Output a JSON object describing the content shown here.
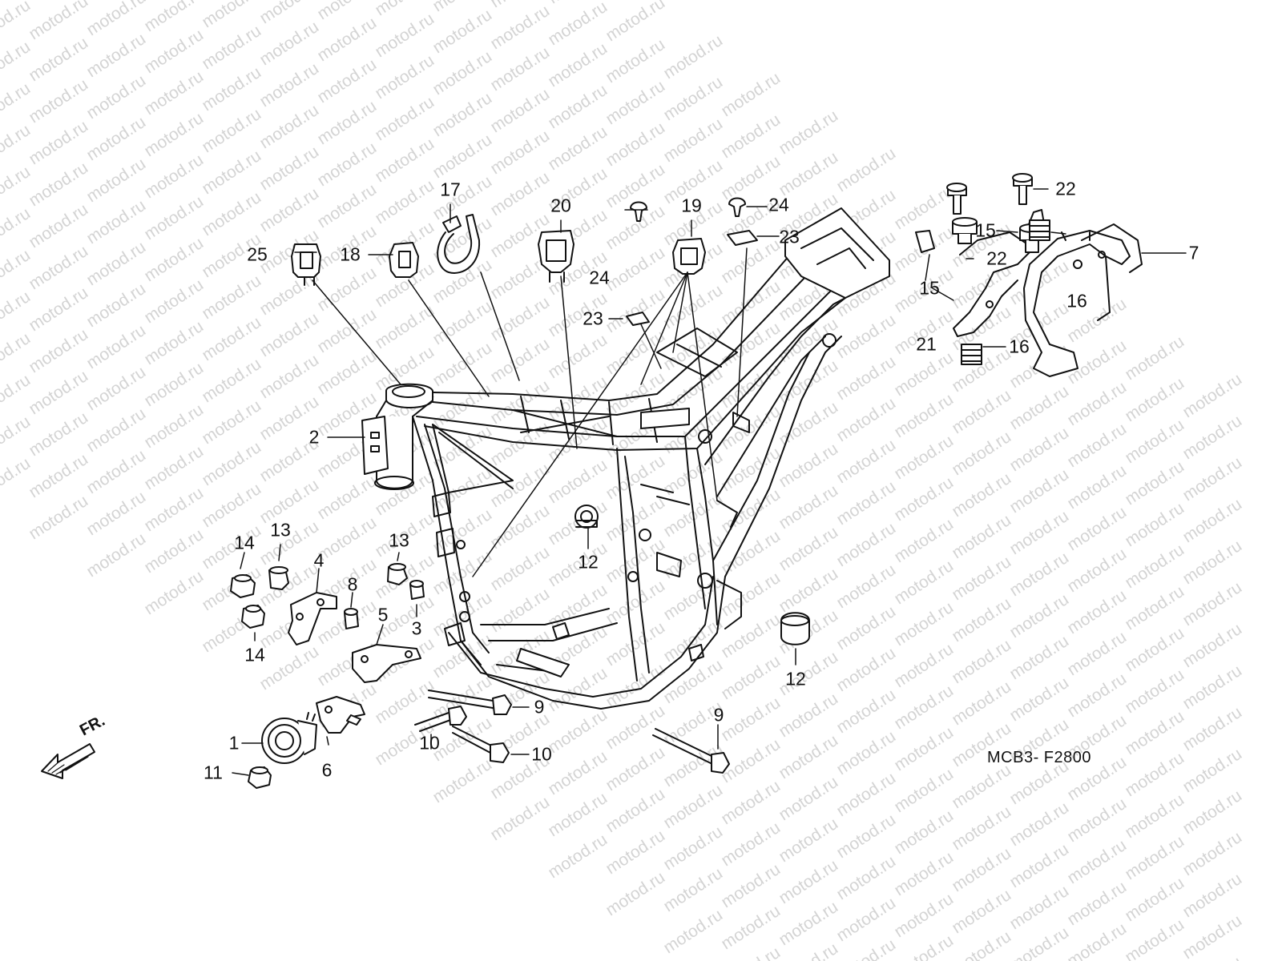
{
  "watermark": {
    "text": "motod.ru"
  },
  "diagram": {
    "code": "MCB3- F2800",
    "front_indicator": "FR."
  },
  "callouts": [
    {
      "id": "c1",
      "text": "1"
    },
    {
      "id": "c2",
      "text": "2"
    },
    {
      "id": "c3",
      "text": "3"
    },
    {
      "id": "c4",
      "text": "4"
    },
    {
      "id": "c5",
      "text": "5"
    },
    {
      "id": "c6",
      "text": "6"
    },
    {
      "id": "c7",
      "text": "7"
    },
    {
      "id": "c8",
      "text": "8"
    },
    {
      "id": "c9a",
      "text": "9"
    },
    {
      "id": "c9b",
      "text": "9"
    },
    {
      "id": "c10a",
      "text": "10"
    },
    {
      "id": "c10b",
      "text": "10"
    },
    {
      "id": "c11",
      "text": "11"
    },
    {
      "id": "c12a",
      "text": "12"
    },
    {
      "id": "c12b",
      "text": "12"
    },
    {
      "id": "c13a",
      "text": "13"
    },
    {
      "id": "c13b",
      "text": "13"
    },
    {
      "id": "c14a",
      "text": "14"
    },
    {
      "id": "c14b",
      "text": "14"
    },
    {
      "id": "c15a",
      "text": "15"
    },
    {
      "id": "c15b",
      "text": "15"
    },
    {
      "id": "c16a",
      "text": "16"
    },
    {
      "id": "c16b",
      "text": "16"
    },
    {
      "id": "c17",
      "text": "17"
    },
    {
      "id": "c18",
      "text": "18"
    },
    {
      "id": "c19",
      "text": "19"
    },
    {
      "id": "c20",
      "text": "20"
    },
    {
      "id": "c21",
      "text": "21"
    },
    {
      "id": "c22a",
      "text": "22"
    },
    {
      "id": "c22b",
      "text": "22"
    },
    {
      "id": "c23a",
      "text": "23"
    },
    {
      "id": "c23b",
      "text": "23"
    },
    {
      "id": "c24a",
      "text": "24"
    },
    {
      "id": "c24b",
      "text": "24"
    },
    {
      "id": "c25",
      "text": "25"
    }
  ]
}
